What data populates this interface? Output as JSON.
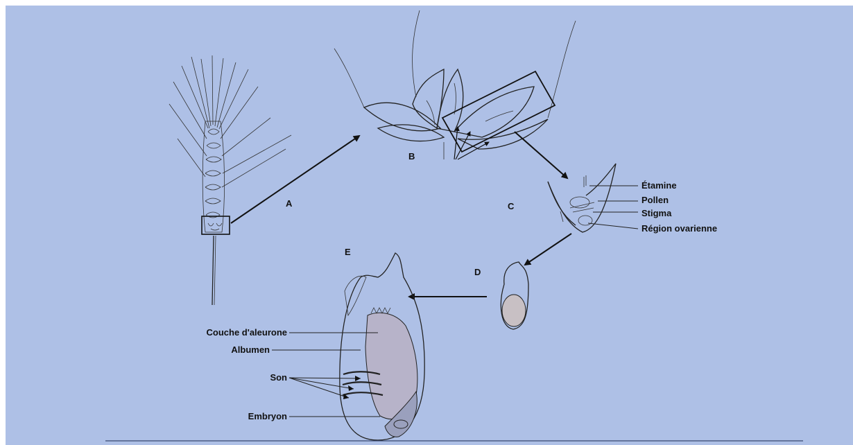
{
  "letters": {
    "a": "A",
    "b": "B",
    "c": "C",
    "d": "D",
    "e": "E"
  },
  "flower_labels": {
    "etamine": "Étamine",
    "pollen": "Pollen",
    "stigma": "Stigma",
    "region_ovarienne": "Région ovarienne"
  },
  "grain_labels": {
    "couche_aleurone": "Couche d'aleurone",
    "albumen": "Albumen",
    "son": "Son",
    "embryon": "Embryon"
  },
  "colors": {
    "background": "#aec0e6",
    "ink": "#222222"
  }
}
